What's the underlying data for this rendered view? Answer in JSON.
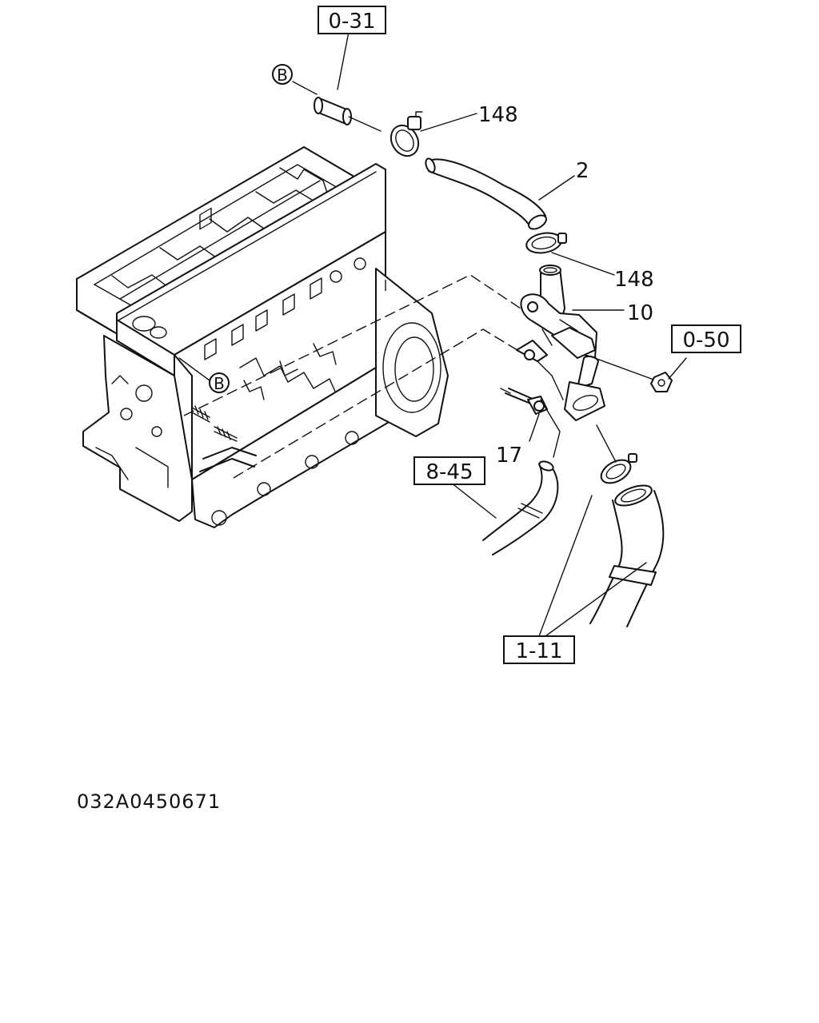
{
  "callouts": {
    "ref_0_31": "0-31",
    "ref_0_50": "0-50",
    "ref_8_45": "8-45",
    "ref_1_11": "1-11",
    "part_148_upper": "148",
    "part_148_lower": "148",
    "part_2": "2",
    "part_10": "10",
    "part_17": "17",
    "marker_b_upper": "B",
    "marker_b_lower": "B"
  },
  "diagram_id": "032A0450671"
}
